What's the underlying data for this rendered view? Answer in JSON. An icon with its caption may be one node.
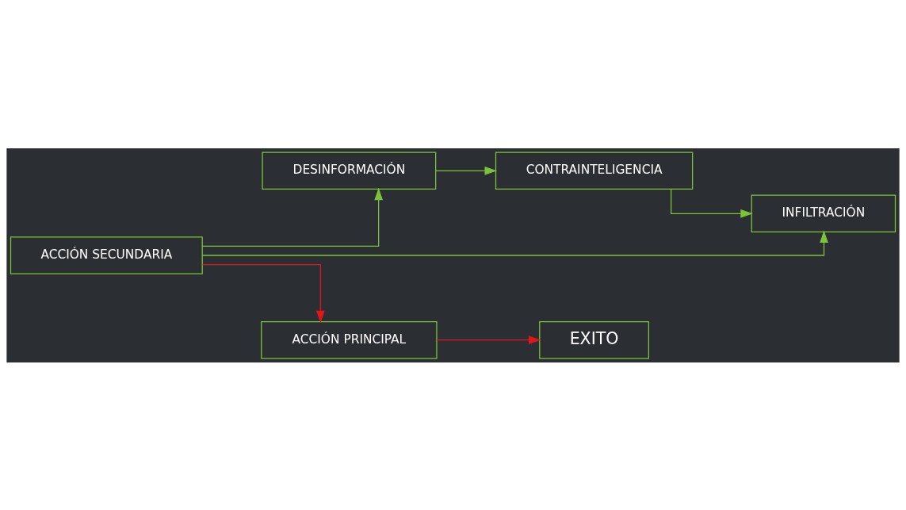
{
  "diagram": {
    "nodes": [
      {
        "text": [
          "ACCIÓN SECUNDARIA"
        ]
      },
      {
        "text": [
          "DESINFORMACIÓN"
        ]
      },
      {
        "text": [
          "CONTRAINTELIGENCIA"
        ]
      },
      {
        "text": [
          "INFILTRACIÓN"
        ]
      },
      {
        "text": [
          "ACCIÓN PRINCIPAL"
        ]
      },
      {
        "text": [
          "EXITO"
        ]
      }
    ],
    "edges": [
      {
        "from": 0,
        "to": 1,
        "arrow": "to"
      },
      {
        "from": 1,
        "to": 2,
        "arrow": "to"
      },
      {
        "from": 2,
        "to": 3,
        "arrow": "to"
      },
      {
        "from": 0,
        "to": 3,
        "arrow": "to"
      },
      {
        "from": 0,
        "to": 4,
        "arrow": "to",
        "color": "#e0161b"
      },
      {
        "from": 4,
        "to": 5,
        "arrow": "to",
        "color": "#e0161b"
      }
    ]
  }
}
